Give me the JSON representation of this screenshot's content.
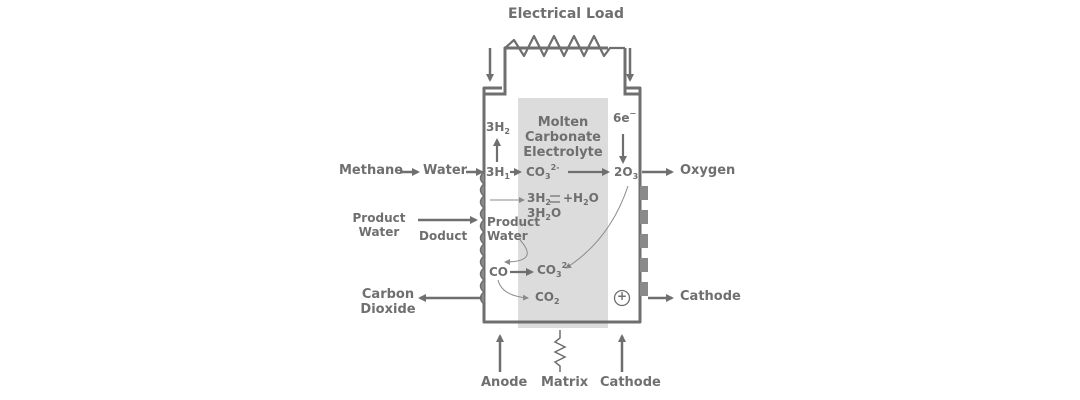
{
  "title": "Electrical Load",
  "electrolyte": {
    "line1": "Molten",
    "line2": "Carbonate",
    "line3": "Electrolyte"
  },
  "left_inputs": {
    "methane": "Methane",
    "water": "Water",
    "product_water_l1": "Product",
    "product_water_l2": "Water",
    "doduct": "Doduct",
    "carbon_l1": "Carbon",
    "carbon_l2": "Dioxide"
  },
  "right_outputs": {
    "oxygen": "Oxygen",
    "cathode": "Cathode"
  },
  "bottom": {
    "anode": "Anode",
    "matrix": "Matrix",
    "cathode": "Cathode"
  },
  "species": {
    "h2_top": "3H",
    "h2_top_sub": "2",
    "h2_mid": "3H",
    "h2_mid_sub": "1",
    "co3_top": "CO",
    "co3_top_sub": "3",
    "co3_top_sup": "2-",
    "electrons": "6e",
    "electrons_sup": "−",
    "o2": "2O",
    "o2_sub": "3",
    "eq_a": "3H",
    "eq_a_sub": "2",
    "eq_b": "+H",
    "eq_b_sub": "2",
    "eq_c": "O",
    "h2o_a": "3H",
    "h2o_a_sub": "2",
    "h2o_b": "O",
    "pw_l1": "Product",
    "pw_l2": "Water",
    "co": "CO",
    "co3_bot": "CO",
    "co3_bot_sub": "3",
    "co3_bot_sup": "2-",
    "co2": "CO",
    "co2_sub": "2",
    "plus": "+"
  },
  "colors": {
    "ink": "#6f6f6f",
    "electrolyte": "#dcdcdc"
  }
}
